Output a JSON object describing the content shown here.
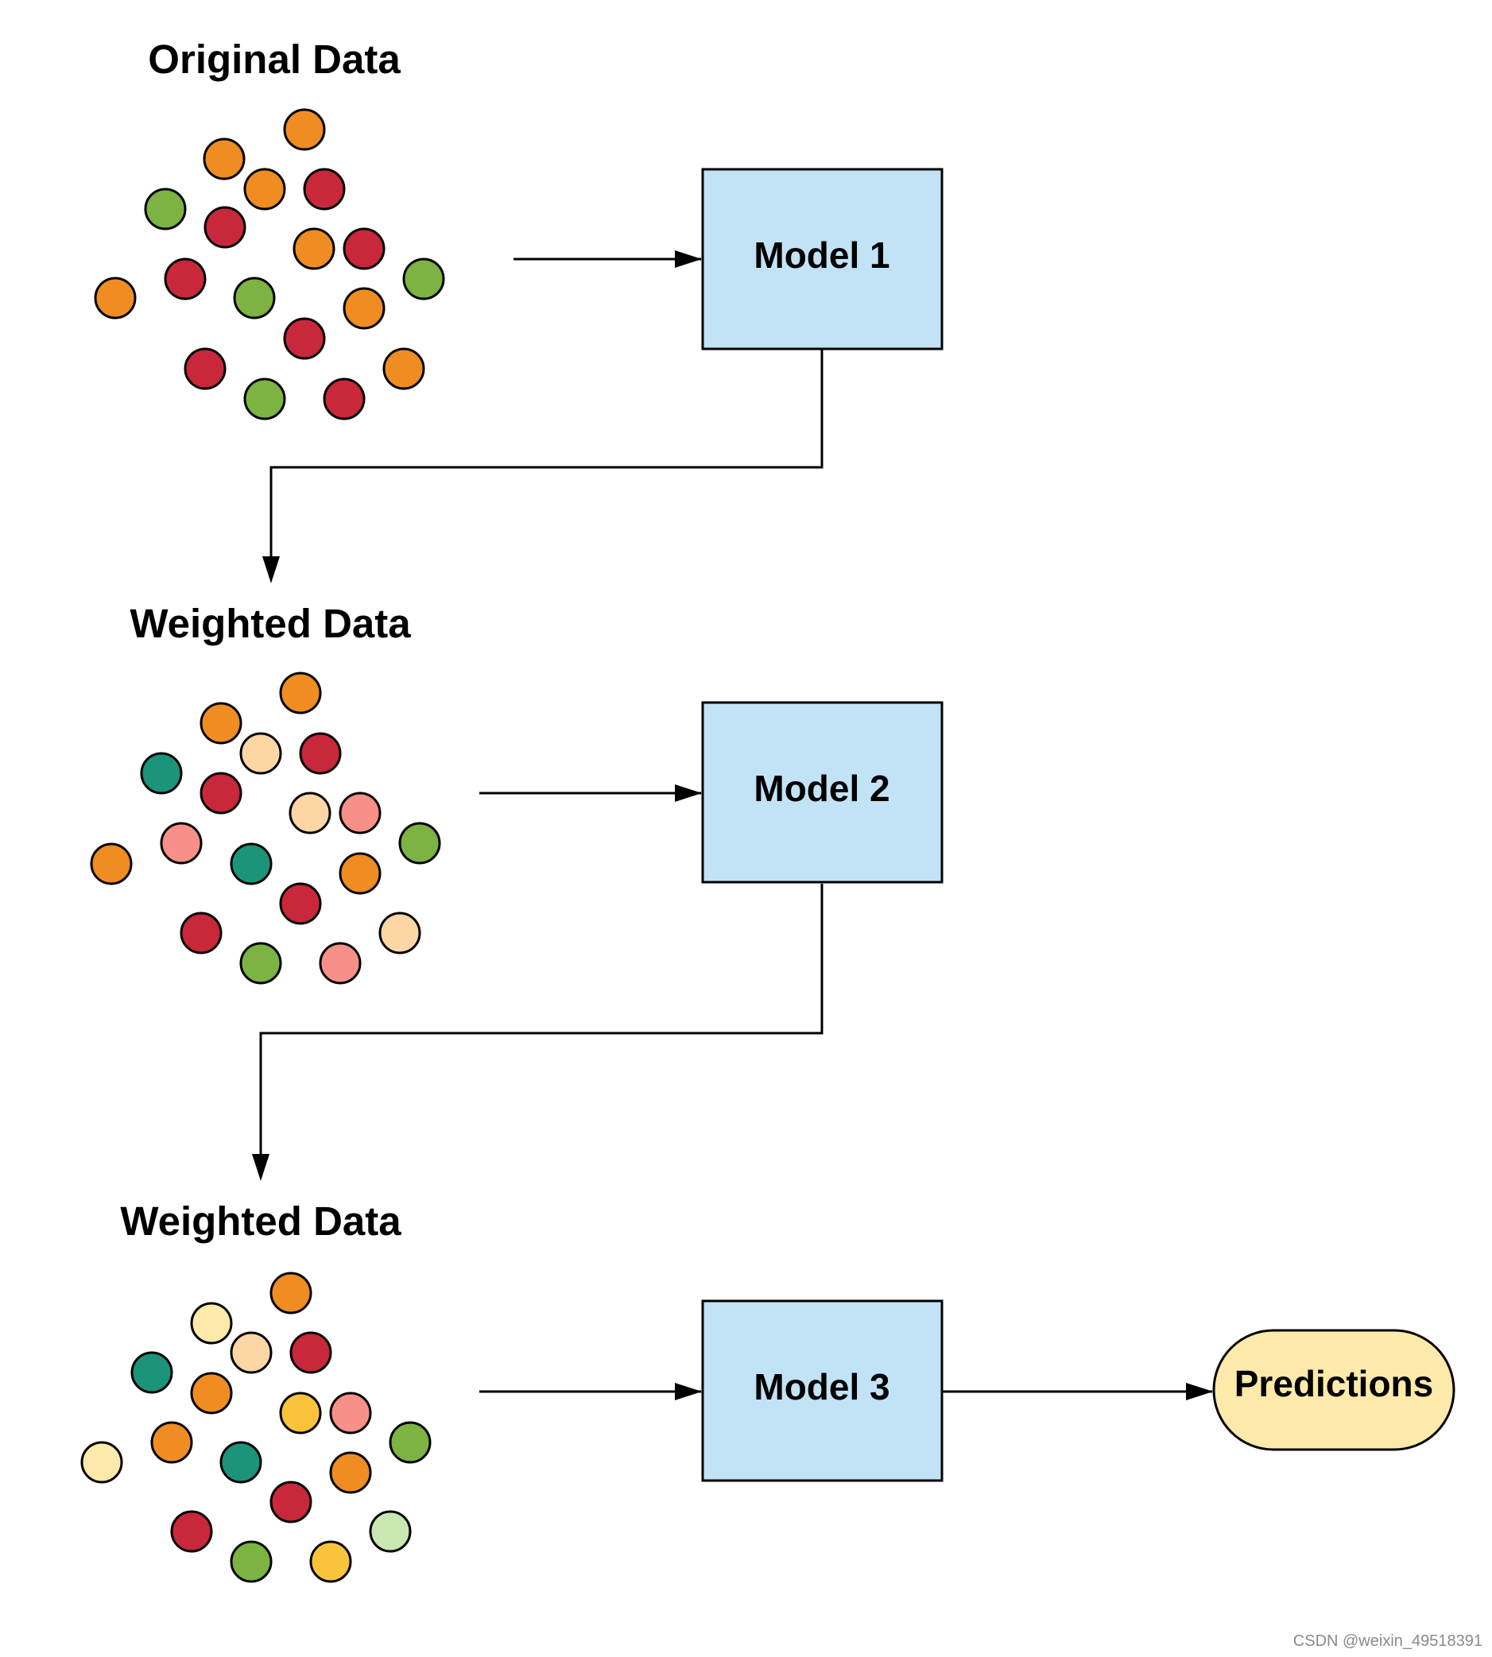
{
  "colors": {
    "orange": "#ef8d22",
    "red": "#c8283a",
    "green": "#7cb342",
    "teal": "#1b9479",
    "peach": "#fcd6a4",
    "salmon": "#f8908a",
    "cream": "#fde9a9",
    "yellow": "#f9c33b",
    "lightgreen": "#c9e7b1",
    "model_fill": "#c2e3f6",
    "prediction_fill": "#fde9a9"
  },
  "sections": [
    {
      "title": "Original Data",
      "dot_colors": [
        "orange",
        "orange",
        "orange",
        "red",
        "green",
        "red",
        "orange",
        "red",
        "red",
        "green",
        "orange",
        "green",
        "orange",
        "red",
        "red",
        "green",
        "red",
        "orange"
      ]
    },
    {
      "title": "Weighted Data",
      "dot_colors": [
        "orange",
        "orange",
        "peach",
        "red",
        "teal",
        "red",
        "peach",
        "salmon",
        "salmon",
        "teal",
        "green",
        "orange",
        "orange",
        "red",
        "red",
        "green",
        "salmon",
        "peach"
      ]
    },
    {
      "title": "Weighted Data",
      "dot_colors": [
        "orange",
        "cream",
        "peach",
        "red",
        "teal",
        "orange",
        "yellow",
        "salmon",
        "orange",
        "teal",
        "green",
        "cream",
        "orange",
        "red",
        "red",
        "green",
        "yellow",
        "lightgreen"
      ]
    }
  ],
  "models": [
    {
      "label": "Model 1"
    },
    {
      "label": "Model 2"
    },
    {
      "label": "Model 3"
    }
  ],
  "output": {
    "label": "Predictions"
  },
  "watermark": "CSDN @weixin_49518391"
}
